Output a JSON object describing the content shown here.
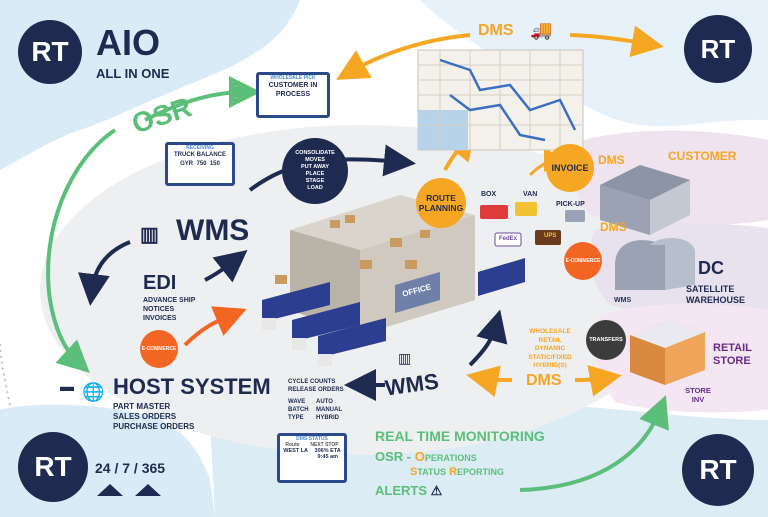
{
  "brand": {
    "logo_rt": "RT",
    "title": "AIO",
    "subtitle": "ALL IN ONE",
    "uptime": "24 / 7 / 365"
  },
  "labels": {
    "osr": "OSR",
    "wms": "WMS",
    "wms2": "WMS",
    "edi": "EDI",
    "edi_items": [
      "ADVANCE SHIP",
      "NOTICES",
      "INVOICES"
    ],
    "host_system": "HOST SYSTEM",
    "host_items": [
      "PART MASTER",
      "SALES ORDERS",
      "PURCHASE ORDERS"
    ],
    "dms_top": "DMS",
    "dms_customer": "DMS",
    "dms_dc": "DMS",
    "dms_bottom": "DMS",
    "customer": "CUSTOMER",
    "dc": "DC",
    "dc_sub": [
      "SATELLITE",
      "WAREHOUSE"
    ],
    "wms_small": "WMS",
    "retail": [
      "RETAIL",
      "STORE"
    ],
    "store_inv": [
      "STORE",
      "INV"
    ],
    "transfers": "TRANSFERS",
    "route_planning": [
      "ROUTE",
      "PLANNING"
    ],
    "invoice": "INVOICE",
    "box": "BOX",
    "van": "VAN",
    "pickup": "PICK-UP",
    "ecommerce_left": "E-COMMERCE",
    "ecommerce_right": "E-COMMERCE",
    "consolidate": [
      "CONSOLIDATE",
      "MOVES",
      "PUT AWAY",
      "PLACE",
      "STAGE",
      "LOAD"
    ],
    "cycle_counts": [
      "CYCLE COUNTS",
      "RELEASE ORDERS"
    ],
    "wave": [
      "WAVE",
      "BATCH",
      "TYPE"
    ],
    "auto": [
      "AUTO",
      "MANUAL",
      "HYBRID"
    ],
    "wholesale_list": [
      "WHOLESALE",
      "RETAIL",
      "DYNAMIC",
      "STATIC/FIXED",
      "HYBRID(S)"
    ],
    "office": "OFFICE",
    "ups": "UPS",
    "fedex": "FedEx"
  },
  "screens": {
    "pick": {
      "caption": "WHOLESALE PICK",
      "text": [
        "CUSTOMER IN",
        "PROCESS"
      ]
    },
    "receiving": {
      "caption": "RECEIVING",
      "line1": "TRUCK BALANCE",
      "line2": "GYR  750  150"
    },
    "dms_status": {
      "caption": "DMS STATUS",
      "col1": "Route",
      "col2": "NEXT STOP",
      "row1": "WEST LA",
      "row2": "306% ETA",
      "row3": "9:45 am"
    }
  },
  "monitoring": {
    "title": "REAL TIME MONITORING",
    "osr_prefix": "OSR -",
    "osr_line1_first": "O",
    "osr_line1_rest": "PERATIONS",
    "osr_line2_s": "S",
    "osr_line2_tatus": "TATUS",
    "osr_line2_r": "R",
    "osr_line2_rest": "EPORTING",
    "alerts": "ALERTS",
    "alert_icon": "⚠"
  },
  "icons": [
    "warehouse-icon",
    "server-icon",
    "globe-icon",
    "truck-icon",
    "alert-icon"
  ],
  "colors": {
    "navy": "#1e2a4f",
    "green": "#5bbf7a",
    "orange": "#f5a623",
    "purple": "#6a2c8a",
    "blue_light": "#d9ebf7"
  }
}
